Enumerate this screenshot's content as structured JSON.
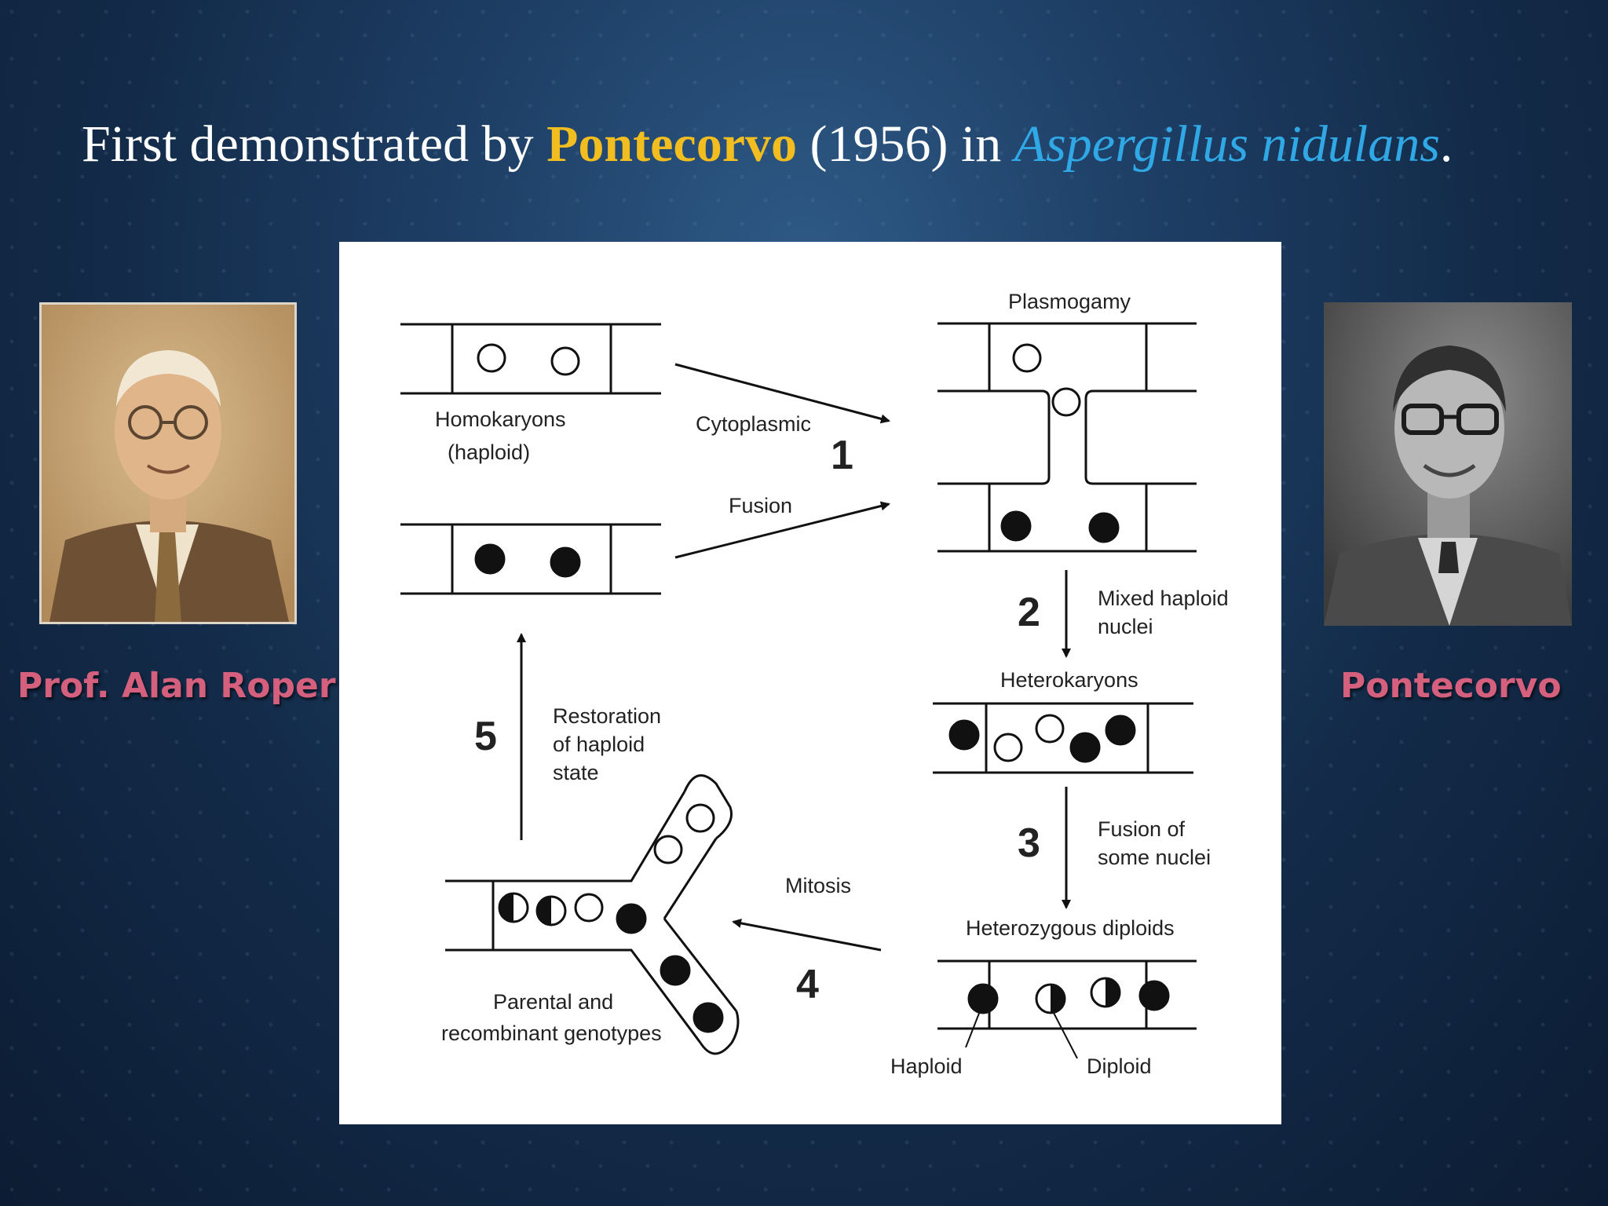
{
  "slide": {
    "title_prefix": "First demonstrated by ",
    "title_name": "Pontecorvo",
    "title_middle": " (1956) in ",
    "title_species": "Aspergillus nidulans",
    "title_suffix": "."
  },
  "people": {
    "left_caption": "Prof. Alan Roper",
    "right_caption": "Pontecorvo"
  },
  "diagram": {
    "homokaryons_label": "Homokaryons",
    "homokaryons_sub": "(haploid)",
    "cytoplasmic_label": "Cytoplasmic",
    "fusion_label": "Fusion",
    "plasmogamy_label": "Plasmogamy",
    "step1": "1",
    "step2": "2",
    "step3": "3",
    "step4": "4",
    "step5": "5",
    "mixed_label_1": "Mixed haploid",
    "mixed_label_2": "nuclei",
    "heterokaryons_label": "Heterokaryons",
    "fusion_of_1": "Fusion of",
    "fusion_of_2": "some nuclei",
    "heterozygous_label": "Heterozygous diploids",
    "haploid_label": "Haploid",
    "diploid_label": "Diploid",
    "mitosis_label": "Mitosis",
    "restoration_1": "Restoration",
    "restoration_2": "of haploid",
    "restoration_3": "state",
    "parental_1": "Parental and",
    "parental_2": "recombinant genotypes"
  },
  "colors": {
    "title_highlight": "#f2bd1e",
    "species": "#31a8e6",
    "caption": "#d5607e"
  }
}
